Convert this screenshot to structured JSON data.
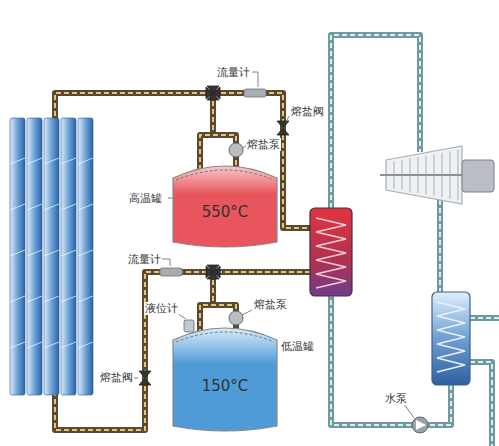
{
  "diagram": {
    "nodes": [
      {
        "text": [
          "高温罐",
          "550°C"
        ]
      },
      {
        "text": [
          "低温罐",
          "150°C"
        ]
      }
    ],
    "labels": [
      "流量计",
      "熔盐阀",
      "熔盐泵",
      "流量计",
      "液位计",
      "熔盐泵",
      "熔盐阀",
      "水泵"
    ]
  }
}
